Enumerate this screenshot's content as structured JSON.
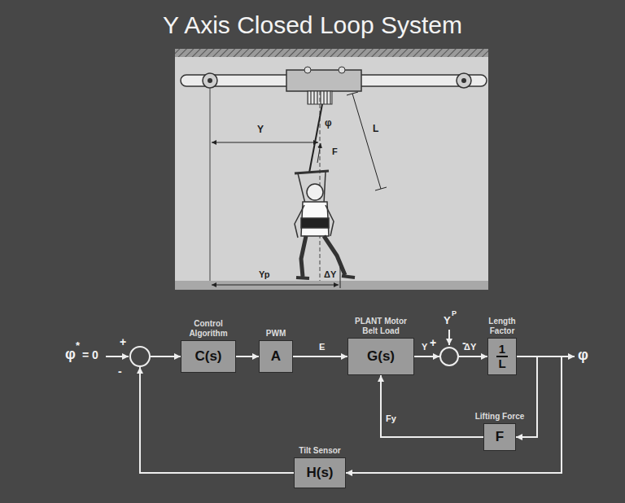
{
  "diagram": {
    "title": "Y Axis Closed Loop System",
    "nodes": [
      {
        "text": [
          "+",
          "-"
        ]
      },
      {
        "text": [
          "Control Algorithm",
          "C(s)"
        ]
      },
      {
        "text": [
          "PWM",
          "A"
        ]
      },
      {
        "text": [
          "PLANT Motor Belt Load",
          "G(s)"
        ]
      },
      {
        "text": [
          "+",
          "-"
        ]
      },
      {
        "text": [
          "Length Factor",
          "1",
          "L"
        ]
      },
      {
        "text": [
          "Lifting Force",
          "F"
        ]
      },
      {
        "text": [
          "Tilt Sensor",
          "H(s)"
        ]
      }
    ],
    "edges": [
      {
        "from": 0,
        "to": 1,
        "arrow": "to"
      },
      {
        "from": 1,
        "to": 2,
        "arrow": "to"
      },
      {
        "from": 2,
        "to": 3,
        "label": "E",
        "arrow": "to"
      },
      {
        "from": 3,
        "to": 4,
        "label": "Y",
        "arrow": "to"
      },
      {
        "from": 4,
        "to": 5,
        "label": "ΔY",
        "arrow": "to"
      },
      {
        "from": 5,
        "to": 6,
        "arrow": "to"
      },
      {
        "from": 6,
        "to": 3,
        "label": "Fy",
        "arrow": "to"
      },
      {
        "from": 5,
        "to": 7,
        "arrow": "to"
      },
      {
        "from": 7,
        "to": 0,
        "arrow": "to"
      }
    ],
    "labels": [
      "Y",
      "φ",
      "F",
      "L",
      "Yp",
      "ΔY",
      "φ",
      "*",
      "= 0",
      "Y",
      "P",
      "φ"
    ]
  }
}
